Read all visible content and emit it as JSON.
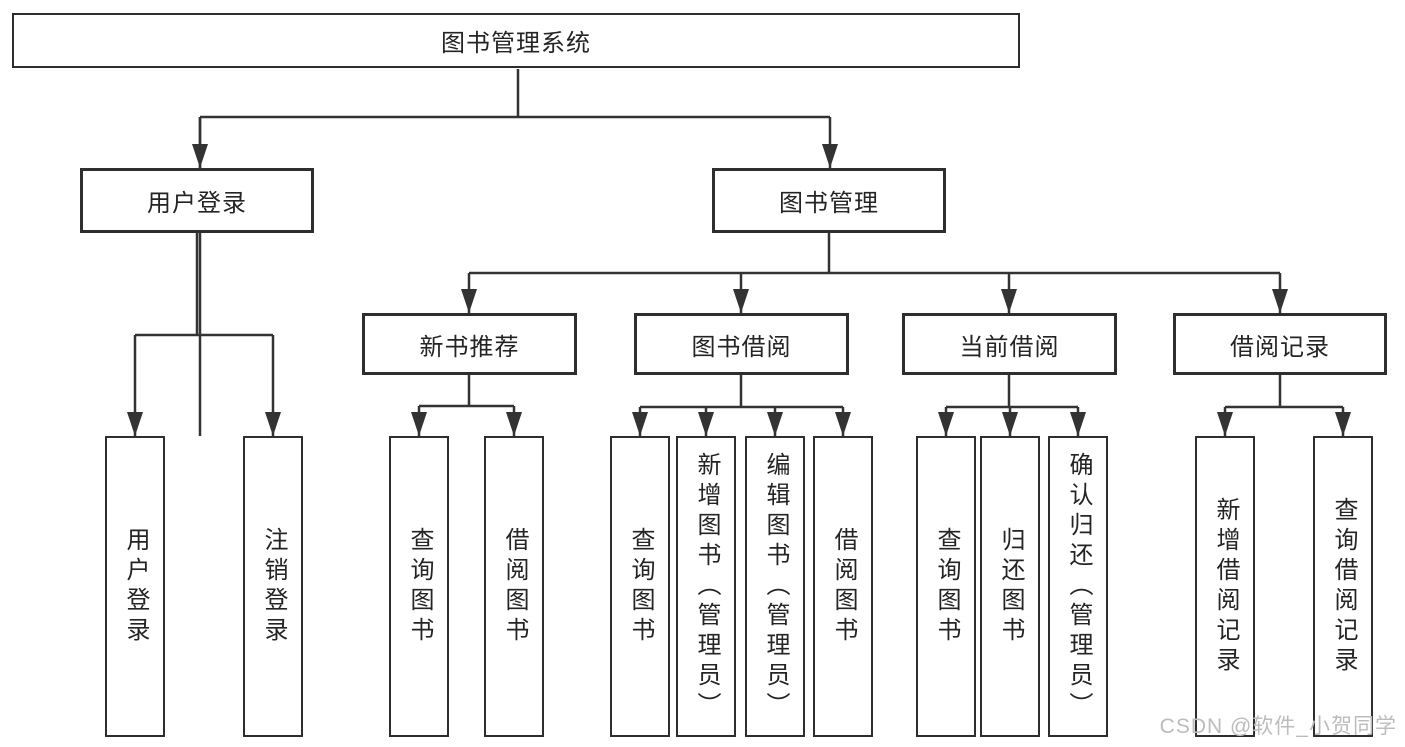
{
  "diagram": {
    "title": "图书管理系统",
    "root": {
      "label": "图书管理系统"
    },
    "level2": [
      {
        "id": "user-login",
        "label": "用户登录"
      },
      {
        "id": "book-management",
        "label": "图书管理"
      }
    ],
    "level3": [
      {
        "id": "new-book-recommendation",
        "label": "新书推荐",
        "parent": "图书管理"
      },
      {
        "id": "book-borrowing",
        "label": "图书借阅",
        "parent": "图书管理"
      },
      {
        "id": "current-borrowing",
        "label": "当前借阅",
        "parent": "图书管理"
      },
      {
        "id": "borrowing-records",
        "label": "借阅记录",
        "parent": "图书管理"
      }
    ],
    "leaves": [
      {
        "id": "user-login-leaf",
        "label": "用户登录",
        "parent": "用户登录"
      },
      {
        "id": "logout",
        "label": "注销登录",
        "parent": "用户登录"
      },
      {
        "id": "query-books-recommend",
        "label": "查询图书",
        "parent": "新书推荐"
      },
      {
        "id": "borrow-books-recommend",
        "label": "借阅图书",
        "parent": "新书推荐"
      },
      {
        "id": "query-books-borrowing",
        "label": "查询图书",
        "parent": "图书借阅"
      },
      {
        "id": "add-book-admin",
        "label": "新增图书（管理员）",
        "parent": "图书借阅"
      },
      {
        "id": "edit-book-admin",
        "label": "编辑图书（管理员）",
        "parent": "图书借阅"
      },
      {
        "id": "borrow-books-borrowing",
        "label": "借阅图书",
        "parent": "图书借阅"
      },
      {
        "id": "query-books-current",
        "label": "查询图书",
        "parent": "当前借阅"
      },
      {
        "id": "return-book",
        "label": "归还图书",
        "parent": "当前借阅"
      },
      {
        "id": "confirm-return-admin",
        "label": "确认归还（管理员）",
        "parent": "当前借阅"
      },
      {
        "id": "add-borrow-record",
        "label": "新增借阅记录",
        "parent": "借阅记录"
      },
      {
        "id": "query-borrow-record",
        "label": "查询借阅记录",
        "parent": "借阅记录"
      }
    ],
    "watermark": "CSDN @软件_小贺同学",
    "colors": {
      "line": "#333333",
      "border": "#2e2e2e",
      "text": "#242424",
      "background": "#ffffff",
      "watermark": "#bcbcbc"
    }
  }
}
